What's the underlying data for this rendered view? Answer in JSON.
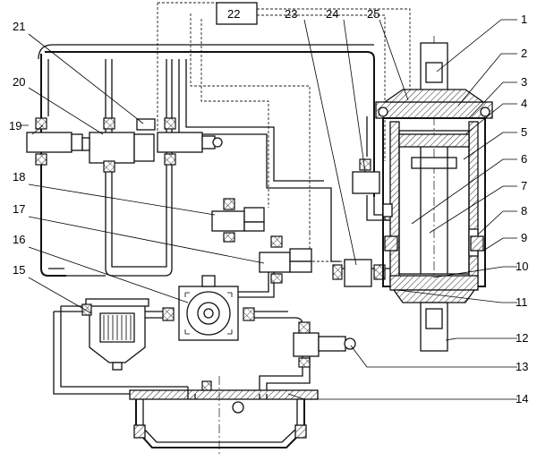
{
  "controller": {
    "label": "22"
  },
  "callouts": [
    {
      "id": "1",
      "text": "1"
    },
    {
      "id": "2",
      "text": "2"
    },
    {
      "id": "3",
      "text": "3"
    },
    {
      "id": "4",
      "text": "4"
    },
    {
      "id": "5",
      "text": "5"
    },
    {
      "id": "6",
      "text": "6"
    },
    {
      "id": "7",
      "text": "7"
    },
    {
      "id": "8",
      "text": "8"
    },
    {
      "id": "9",
      "text": "9"
    },
    {
      "id": "10",
      "text": "10"
    },
    {
      "id": "11",
      "text": "11"
    },
    {
      "id": "12",
      "text": "12"
    },
    {
      "id": "13",
      "text": "13"
    },
    {
      "id": "14",
      "text": "14"
    },
    {
      "id": "15",
      "text": "15"
    },
    {
      "id": "16",
      "text": "16"
    },
    {
      "id": "17",
      "text": "17"
    },
    {
      "id": "18",
      "text": "18"
    },
    {
      "id": "19",
      "text": "19"
    },
    {
      "id": "20",
      "text": "20"
    },
    {
      "id": "21",
      "text": "21"
    },
    {
      "id": "23",
      "text": "23"
    },
    {
      "id": "24",
      "text": "24"
    },
    {
      "id": "25",
      "text": "25"
    }
  ]
}
